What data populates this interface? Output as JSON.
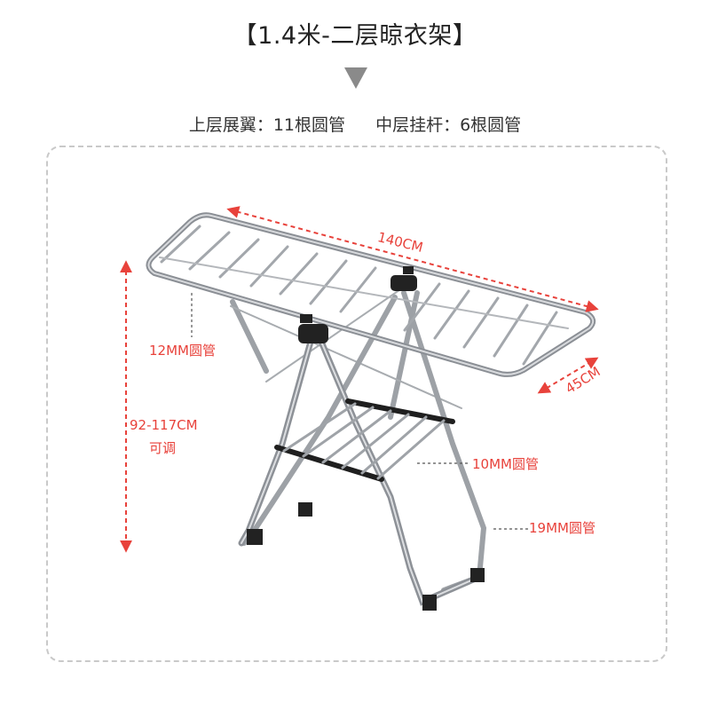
{
  "header": {
    "title": "【1.4米-二层晾衣架】",
    "spec_upper": "上层展翼：11根圆管",
    "spec_middle": "中层挂杆：6根圆管"
  },
  "dimensions": {
    "length": "140CM",
    "width": "45CM",
    "height": "92-117CM",
    "height_note": "可调",
    "top_tube": "12MM圆管",
    "mid_tube": "10MM圆管",
    "leg_tube": "19MM圆管"
  },
  "colors": {
    "accent": "#e8423b",
    "steel": "#b9bcc0",
    "steel_dark": "#7c8086",
    "joint": "#222222",
    "border": "#c9c9c9"
  }
}
